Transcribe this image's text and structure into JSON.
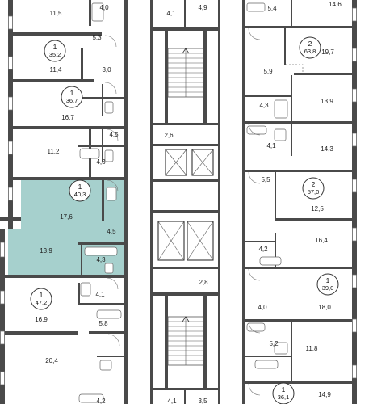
{
  "colors": {
    "highlight": "#a6d0cd",
    "wall": "#4a4a4a",
    "background": "#ffffff"
  },
  "apartments": [
    {
      "id": "apt-1-35-2",
      "rooms": "1",
      "total": "35,2"
    },
    {
      "id": "apt-1-36-7",
      "rooms": "1",
      "total": "36,7"
    },
    {
      "id": "apt-1-40-3",
      "rooms": "1",
      "total": "40,3"
    },
    {
      "id": "apt-1-47-2",
      "rooms": "1",
      "total": "47,2"
    },
    {
      "id": "apt-2-63-8",
      "rooms": "2",
      "total": "63,8"
    },
    {
      "id": "apt-2-57-0",
      "rooms": "2",
      "total": "57,0"
    },
    {
      "id": "apt-1-39-0",
      "rooms": "1",
      "total": "39,0"
    },
    {
      "id": "apt-1-36-1",
      "rooms": "1",
      "total": "36,1"
    }
  ],
  "room_areas": [
    "11,5",
    "4,0",
    "5,3",
    "11,4",
    "3,0",
    "16,7",
    "4,5",
    "11,2",
    "4,3",
    "17,6",
    "4,5",
    "13,9",
    "4,3",
    "4,1",
    "16,9",
    "5,8",
    "20,4",
    "4,2",
    "4,1",
    "4,9",
    "2,6",
    "2,8",
    "4,1",
    "3,5",
    "5,4",
    "14,6",
    "19,7",
    "5,9",
    "4,3",
    "13,9",
    "4,1",
    "14,3",
    "5,5",
    "12,5",
    "16,4",
    "4,2",
    "4,0",
    "18,0",
    "5,2",
    "11,8",
    "14,9"
  ]
}
